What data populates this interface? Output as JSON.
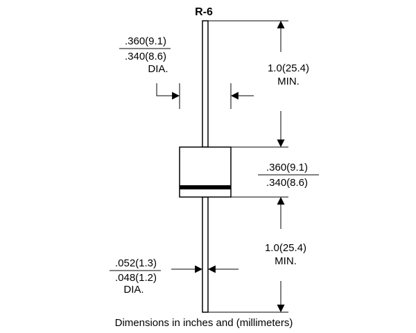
{
  "package": {
    "title": "R-6"
  },
  "body_diameter": {
    "max": ".360(9.1)",
    "min": ".340(8.6)",
    "note": "DIA."
  },
  "lead_length_top": {
    "value": "1.0(25.4)",
    "note": "MIN."
  },
  "body_length": {
    "max": ".360(9.1)",
    "min": ".340(8.6)"
  },
  "lead_length_bottom": {
    "value": "1.0(25.4)",
    "note": "MIN."
  },
  "lead_diameter": {
    "max": ".052(1.3)",
    "min": ".048(1.2)",
    "note": "DIA."
  },
  "footer": {
    "caption": "Dimensions in inches and (millimeters)"
  }
}
